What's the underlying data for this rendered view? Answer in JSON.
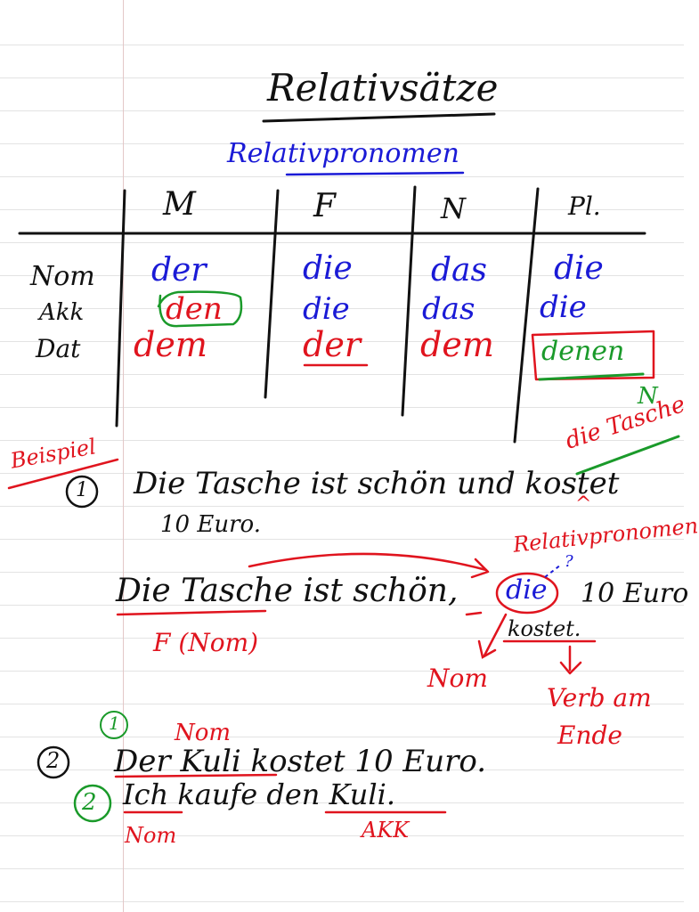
{
  "colors": {
    "black_ink": "#111111",
    "blue_ink": "#1a1ad6",
    "red_ink": "#e0141e",
    "green_ink": "#1a9a2a"
  },
  "title": "Relativsätze",
  "subtitle": "Relativpronomen",
  "table": {
    "headers": [
      "M",
      "F",
      "N",
      "Pl."
    ],
    "rows": [
      {
        "case": "Nom",
        "cells": [
          "der",
          "die",
          "das",
          "die"
        ]
      },
      {
        "case": "Akk",
        "cells": [
          "den",
          "die",
          "das",
          "die"
        ]
      },
      {
        "case": "Dat",
        "cells": [
          "dem",
          "der",
          "dem",
          "denen"
        ]
      }
    ]
  },
  "beispiel_label": "Beispiel",
  "example1": {
    "number": "1",
    "line1": "Die Tasche ist schön und kostet",
    "line2": "10 Euro.",
    "insert_note": "die Tasche",
    "insert_marker": "N",
    "caret": "^",
    "combined_part1": "Die Tasche ist schön,",
    "relative_pronoun": "die",
    "combined_part2": "10 Euro",
    "combined_line2": "kostet.",
    "note_relativpronomen": "Relativpronomen",
    "note_question": "?",
    "note_fnom": "F (Nom)",
    "note_nom": "Nom",
    "note_verb_1": "Verb am",
    "note_verb_2": "Ende"
  },
  "example2": {
    "number": "2",
    "line1": "Der Kuli kostet 10 Euro.",
    "sub1": "1",
    "label_nom_top": "Nom",
    "sub2": "2",
    "line2": "Ich kaufe den Kuli.",
    "label_nom_bottom": "Nom",
    "label_akk": "AKK"
  }
}
